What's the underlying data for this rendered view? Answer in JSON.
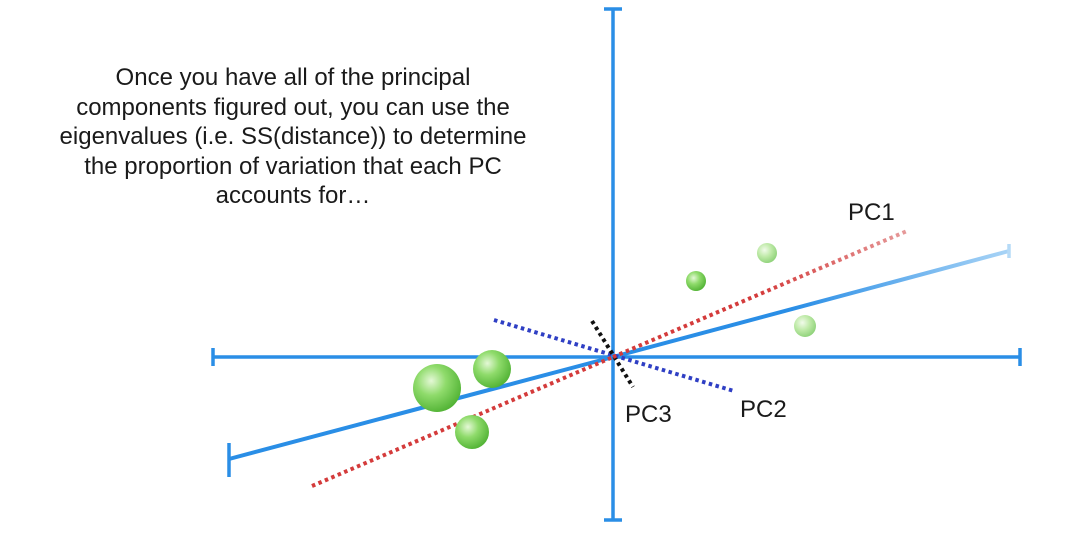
{
  "caption": {
    "lines": [
      "Once you have all of the principal",
      "components figured out, you can use the",
      "eigenvalues (i.e. SS(distance)) to determine",
      "the proportion of variation that each PC",
      "accounts for…"
    ]
  },
  "labels": {
    "pc1": "PC1",
    "pc2": "PC2",
    "pc3": "PC3"
  },
  "colors": {
    "axis": "#2a8ee6",
    "pc1": "#d43b3b",
    "pc2": "#2f3fc4",
    "pc3": "#111111",
    "point": "#7fd35a"
  }
}
